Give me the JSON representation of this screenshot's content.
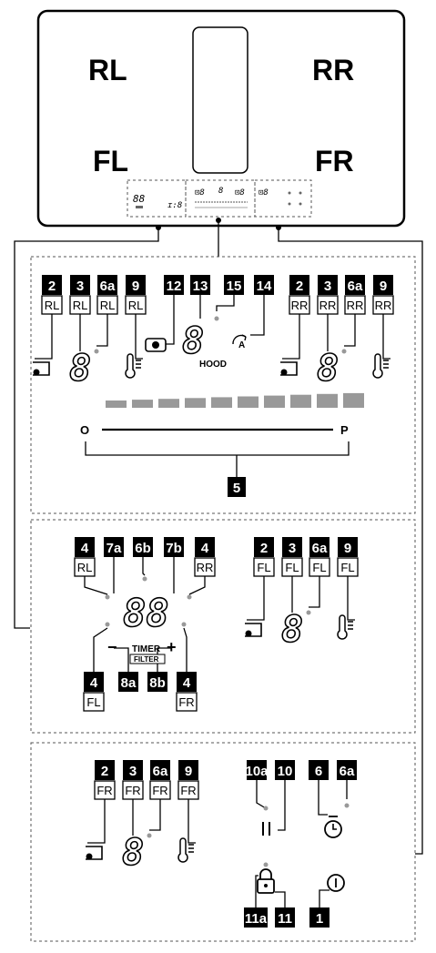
{
  "hob": {
    "zones": {
      "rl": "RL",
      "rr": "RR",
      "fl": "FL",
      "fr": "FR"
    }
  },
  "panel1": {
    "left_tags": [
      {
        "num": "2",
        "zone": "RL"
      },
      {
        "num": "3",
        "zone": "RL"
      },
      {
        "num": "6a",
        "zone": "RL"
      },
      {
        "num": "9",
        "zone": "RL"
      }
    ],
    "hood_tags": [
      "12",
      "13",
      "15",
      "14"
    ],
    "right_tags": [
      {
        "num": "2",
        "zone": "RR"
      },
      {
        "num": "3",
        "zone": "RR"
      },
      {
        "num": "6a",
        "zone": "RR"
      },
      {
        "num": "9",
        "zone": "RR"
      }
    ],
    "hood_label": "HOOD",
    "auto_label": "A",
    "slider_min": "O",
    "slider_max": "P",
    "slider_tag": "5",
    "level_bars": 10
  },
  "panel2": {
    "top_tags": [
      {
        "num": "4",
        "zone": "RL"
      },
      {
        "num": "7a",
        "zone": ""
      },
      {
        "num": "6b",
        "zone": ""
      },
      {
        "num": "7b",
        "zone": ""
      },
      {
        "num": "4",
        "zone": "RR"
      }
    ],
    "bottom_tags": [
      {
        "num": "4",
        "zone": "FL"
      },
      {
        "num": "8a",
        "zone": ""
      },
      {
        "num": "8b",
        "zone": ""
      },
      {
        "num": "4",
        "zone": "FR"
      }
    ],
    "timer_label": "TIMER",
    "filter_label": "FILTER",
    "minus": "−",
    "plus": "+",
    "fl_tags": [
      {
        "num": "2",
        "zone": "FL"
      },
      {
        "num": "3",
        "zone": "FL"
      },
      {
        "num": "6a",
        "zone": "FL"
      },
      {
        "num": "9",
        "zone": "FL"
      }
    ]
  },
  "panel3": {
    "fr_tags": [
      {
        "num": "2",
        "zone": "FR"
      },
      {
        "num": "3",
        "zone": "FR"
      },
      {
        "num": "6a",
        "zone": "FR"
      },
      {
        "num": "9",
        "zone": "FR"
      }
    ],
    "control_tags": [
      "10a",
      "10",
      "6",
      "6a"
    ],
    "lock_tags": [
      "11a",
      "11",
      "1"
    ]
  },
  "glyphs": {
    "digit": "8",
    "double_digit": "88"
  }
}
